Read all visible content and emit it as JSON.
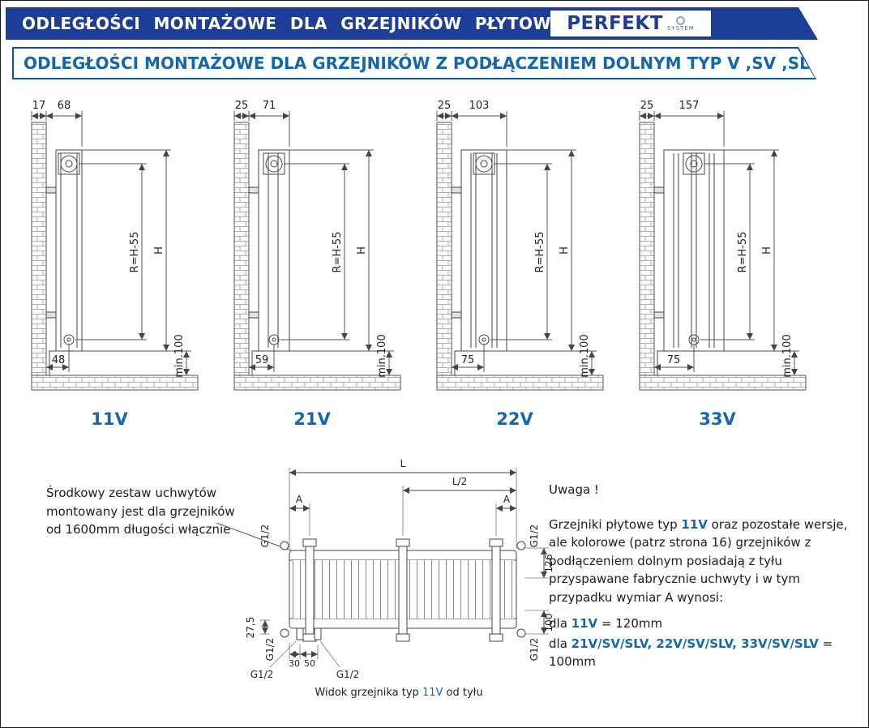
{
  "colors": {
    "header_bg": "#1e3d96",
    "accent_blue": "#1566ae"
  },
  "header": {
    "title": "ODLEGŁOŚCI MONTAŻOWE DLA GRZEJNIKÓW PŁYTOWYCH",
    "brand": "PERFEKT",
    "brand_sub": "SYSTEM"
  },
  "subtitle": "ODLEGŁOŚCI MONTAŻOWE DLA GRZEJNIKÓW Z PODŁĄCZENIEM DOLNYM TYP V ,SV ,SLV",
  "diagrams": [
    {
      "label": "11V",
      "dim_wall": "17",
      "dim_depth": "68",
      "dim_r": "R=H-55",
      "dim_h": "H",
      "dim_foot": "48",
      "dim_min": "min.100"
    },
    {
      "label": "21V",
      "dim_wall": "25",
      "dim_depth": "71",
      "dim_r": "R=H-55",
      "dim_h": "H",
      "dim_foot": "59",
      "dim_min": "min.100"
    },
    {
      "label": "22V",
      "dim_wall": "25",
      "dim_depth": "103",
      "dim_r": "R=H-55",
      "dim_h": "H",
      "dim_foot": "75",
      "dim_min": "min.100"
    },
    {
      "label": "33V",
      "dim_wall": "25",
      "dim_depth": "157",
      "dim_r": "R=H-55",
      "dim_h": "H",
      "dim_foot": "75",
      "dim_min": "min.100"
    }
  ],
  "left_note": {
    "line1": "Środkowy zestaw uchwytów",
    "line2": "montowany jest dla grzejników",
    "line3": "od 1600mm długości włącznie"
  },
  "bottom_view": {
    "dim_L": "L",
    "dim_L2": "L/2",
    "dim_A_left": "A",
    "dim_A_right": "A",
    "g12": "G1/2",
    "dim_126": "126",
    "dim_275": "27,5",
    "dim_100": "100",
    "dim_30": "30",
    "dim_50": "50",
    "caption_pre": "Widok grzejnika typ ",
    "caption_type": "11V",
    "caption_post": " od tyłu"
  },
  "notes": {
    "title": "Uwaga !",
    "p1_a": "Grzejniki płytowe typ ",
    "p1_b": "11V",
    "p1_c": " oraz pozostałe wersje, ale kolorowe (patrz strona 16) grzejników z podłączeniem dolnym posiadają z tyłu przyspawane fabrycznie uchwyty i w tym przypadku wymiar A wynosi:",
    "la_a": "dla ",
    "la_b": "11V",
    "la_c": " = 120mm",
    "lb_a": "dla ",
    "lb_b": "21V/SV/SLV, 22V/SV/SLV, 33V/SV/SLV",
    "lb_c": " = 100mm"
  }
}
